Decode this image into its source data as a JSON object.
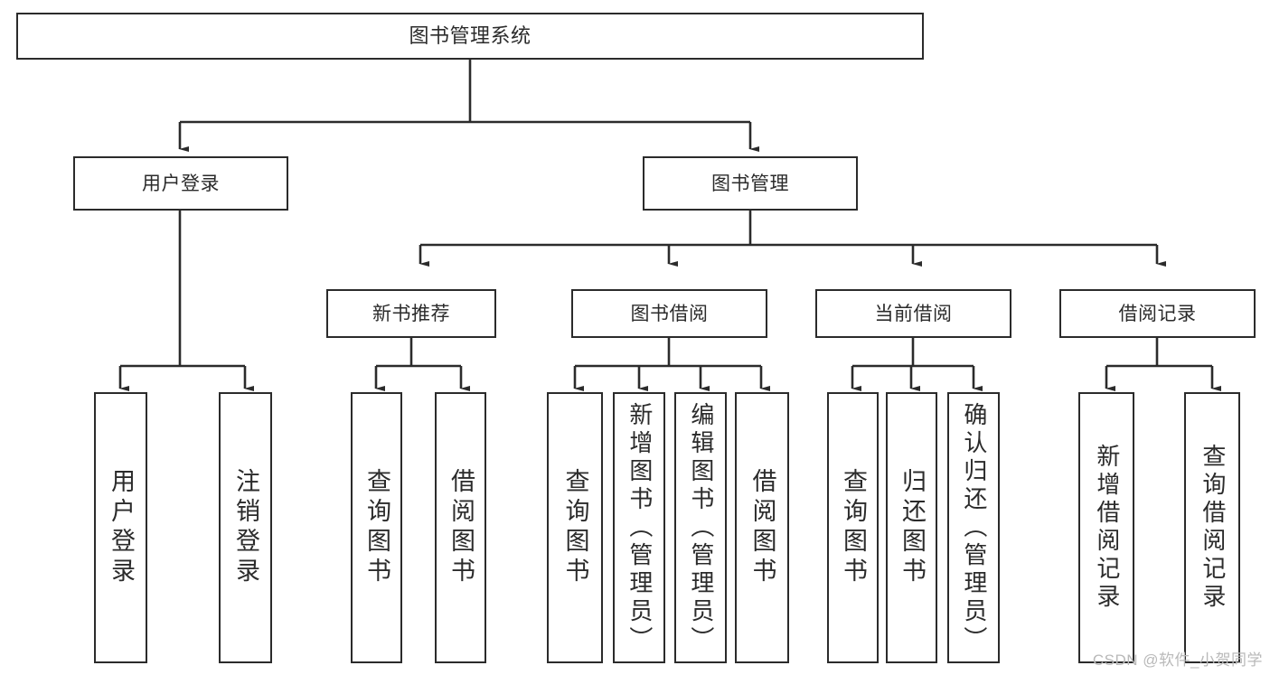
{
  "diagram": {
    "type": "tree",
    "title": "图书管理系统",
    "watermark": "CSDN @软件_小贺同学",
    "colors": {
      "stroke": "#2b2b2b",
      "fill": "#ffffff",
      "text": "#2b2b2b",
      "watermark": "#b9b9b9"
    },
    "levels": {
      "root": {
        "label": "图书管理系统"
      },
      "level2": [
        {
          "label": "用户登录"
        },
        {
          "label": "图书管理"
        }
      ],
      "level3": [
        {
          "label": "新书推荐"
        },
        {
          "label": "图书借阅"
        },
        {
          "label": "当前借阅"
        },
        {
          "label": "借阅记录"
        }
      ],
      "leaves": {
        "user_login": [
          {
            "label": "用户登录"
          },
          {
            "label": "注销登录"
          }
        ],
        "new_book_recommend": [
          {
            "label": "查询图书"
          },
          {
            "label": "借阅图书"
          }
        ],
        "book_borrow": [
          {
            "label": "查询图书"
          },
          {
            "label": "新增图书（管理员）"
          },
          {
            "label": "编辑图书（管理员）"
          },
          {
            "label": "借阅图书"
          }
        ],
        "current_borrow": [
          {
            "label": "查询图书"
          },
          {
            "label": "归还图书"
          },
          {
            "label": "确认归还（管理员）"
          }
        ],
        "borrow_record": [
          {
            "label": "新增借阅记录"
          },
          {
            "label": "查询借阅记录"
          }
        ]
      }
    }
  }
}
